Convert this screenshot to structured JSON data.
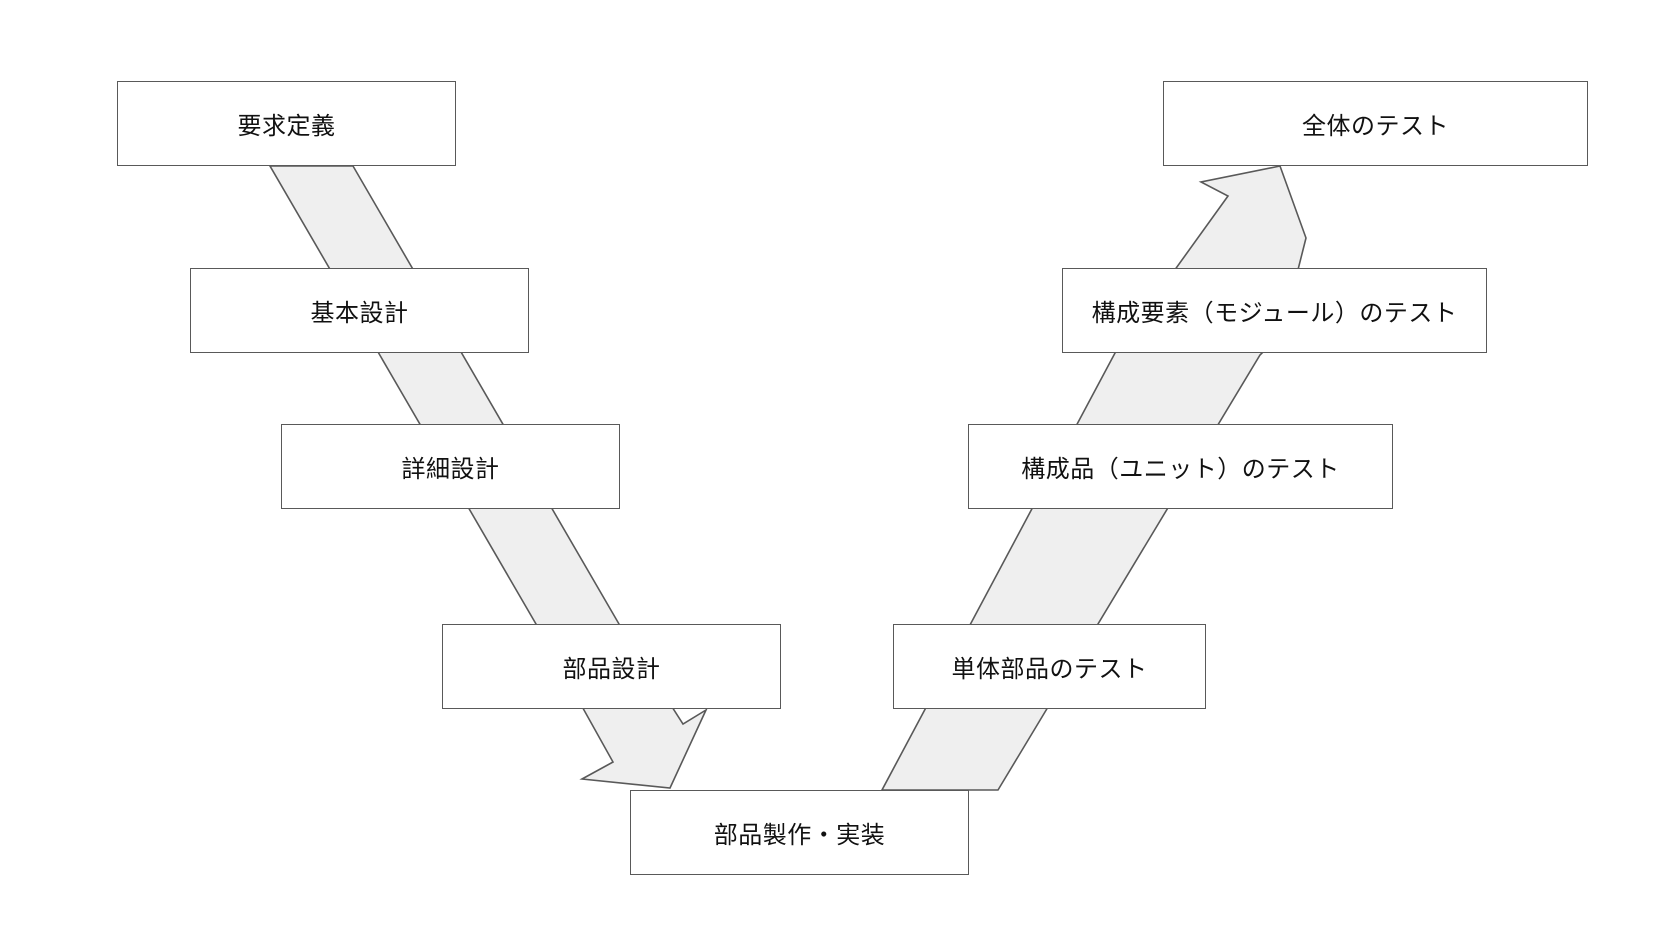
{
  "diagram": {
    "type": "v-model",
    "left_branch": {
      "requirements": "要求定義",
      "basic_design": "基本設計",
      "detail_design": "詳細設計",
      "part_design": "部品設計"
    },
    "bottom": {
      "implementation": "部品製作・実装"
    },
    "right_branch": {
      "unit_part_test": "単体部品のテスト",
      "unit_test": "構成品（ユニット）のテスト",
      "module_test": "構成要素（モジュール）のテスト",
      "system_test": "全体のテスト"
    },
    "colors": {
      "arrow_fill": "#efefef",
      "stroke": "#595959",
      "box_fill": "#ffffff",
      "text": "#111111"
    }
  }
}
